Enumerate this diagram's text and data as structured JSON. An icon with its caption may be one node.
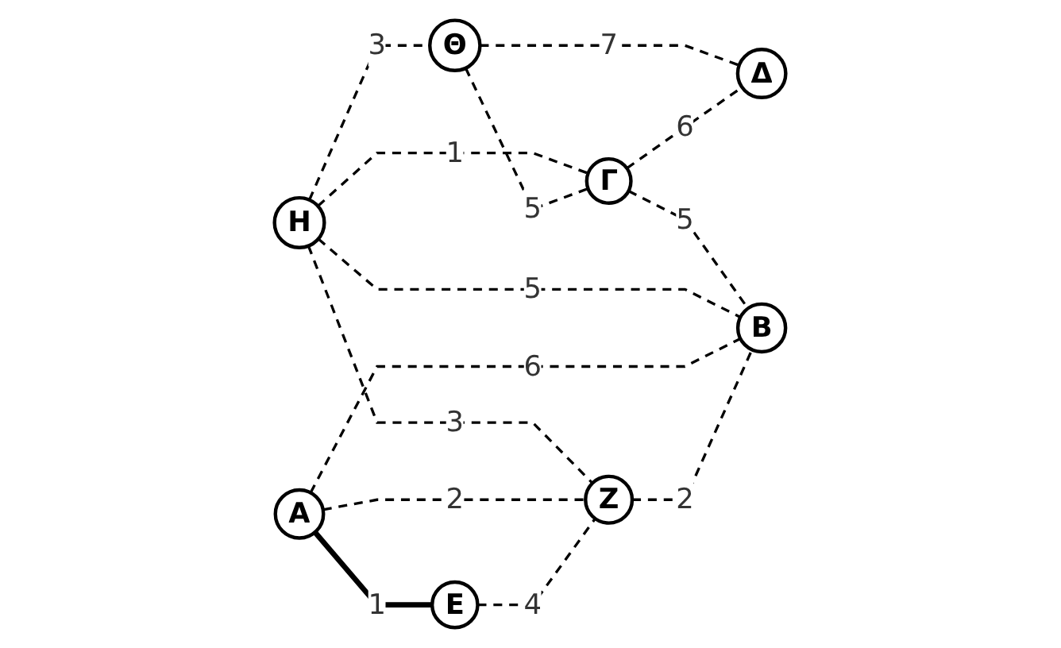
{
  "diagram": {
    "nodes": [
      {
        "text": [
          "Η"
        ]
      },
      {
        "text": [
          "Θ"
        ]
      },
      {
        "text": [
          "Α"
        ]
      },
      {
        "text": [
          "Γ"
        ]
      },
      {
        "text": [
          "Ε"
        ]
      },
      {
        "text": [
          "Δ"
        ]
      },
      {
        "text": [
          "Ζ"
        ]
      },
      {
        "text": [
          "Β"
        ]
      }
    ],
    "edges": [
      {
        "from": 0,
        "to": 1,
        "arrow": "none",
        "label": "3",
        "style": "dashed"
      },
      {
        "from": 0,
        "to": 3,
        "arrow": "none",
        "label": "1",
        "style": "dashed"
      },
      {
        "from": 1,
        "to": 3,
        "arrow": "none",
        "label": "5",
        "style": "dashed"
      },
      {
        "from": 1,
        "to": 5,
        "arrow": "none",
        "label": "7",
        "style": "dashed"
      },
      {
        "from": 3,
        "to": 5,
        "arrow": "none",
        "label": "6",
        "style": "dashed"
      },
      {
        "from": 3,
        "to": 7,
        "arrow": "none",
        "label": "5",
        "style": "dashed"
      },
      {
        "from": 0,
        "to": 6,
        "arrow": "none",
        "label": "3",
        "style": "dashed"
      },
      {
        "from": 0,
        "to": 7,
        "arrow": "none",
        "label": "5",
        "style": "dashed"
      },
      {
        "from": 2,
        "to": 4,
        "arrow": "none",
        "label": "1",
        "style": "thick"
      },
      {
        "from": 2,
        "to": 6,
        "arrow": "none",
        "label": "2",
        "style": "dashed"
      },
      {
        "from": 2,
        "to": 7,
        "arrow": "none",
        "label": "6",
        "style": "dashed"
      },
      {
        "from": 4,
        "to": 6,
        "arrow": "none",
        "label": "4",
        "style": "dashed"
      },
      {
        "from": 6,
        "to": 7,
        "arrow": "none",
        "label": "2",
        "style": "dashed"
      }
    ]
  }
}
